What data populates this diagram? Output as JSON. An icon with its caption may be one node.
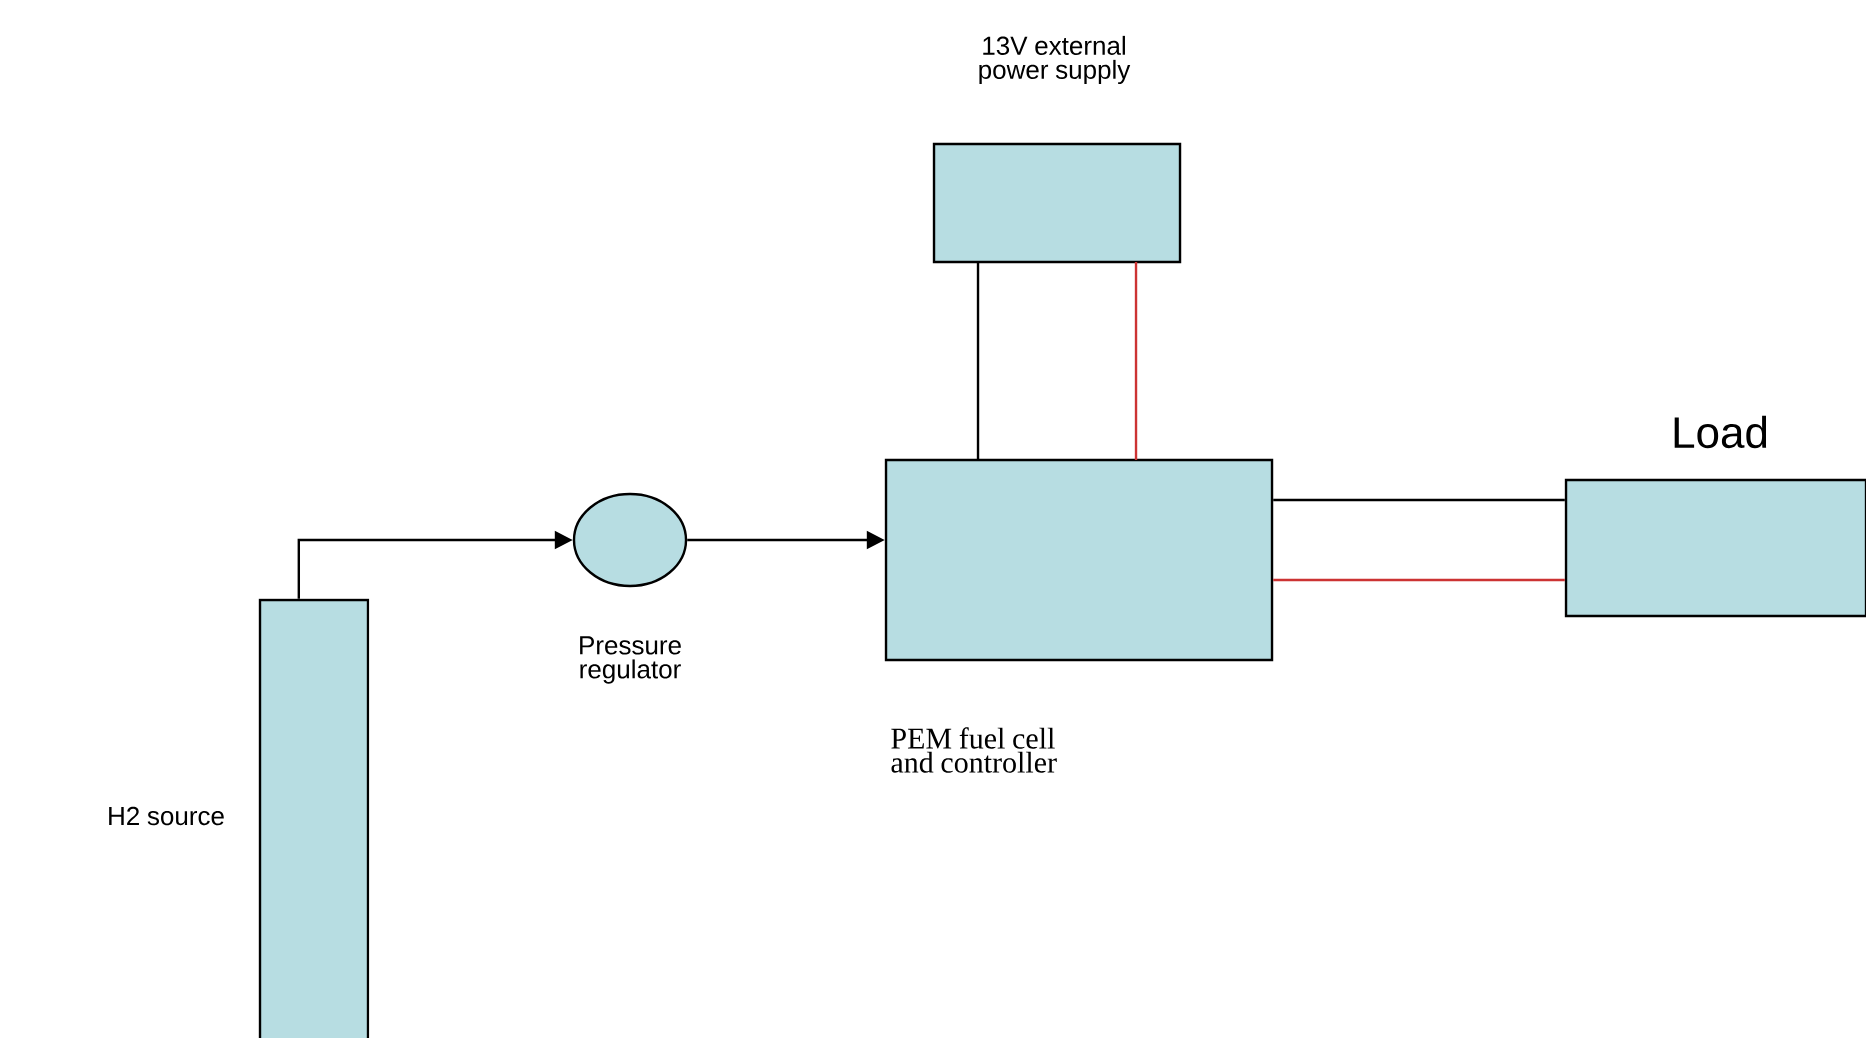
{
  "diagram": {
    "nodes": [
      {
        "text": [
          "H2 source"
        ]
      },
      {
        "text": [
          "Pressure regulator"
        ]
      },
      {
        "text": [
          "PEM fuel cell and controller"
        ]
      },
      {
        "text": [
          "13V external power supply"
        ]
      },
      {
        "text": [
          "Load"
        ]
      }
    ],
    "edges": [
      {
        "from": 0,
        "to": 1,
        "arrow": "to"
      },
      {
        "from": 1,
        "to": 2,
        "arrow": "to"
      },
      {
        "from": 3,
        "to": 2,
        "arrow": "none"
      },
      {
        "from": 3,
        "to": 2,
        "arrow": "none",
        "color": "#cc3333"
      },
      {
        "from": 2,
        "to": 4,
        "arrow": "none"
      },
      {
        "from": 2,
        "to": 4,
        "arrow": "none",
        "color": "#cc3333"
      }
    ]
  }
}
